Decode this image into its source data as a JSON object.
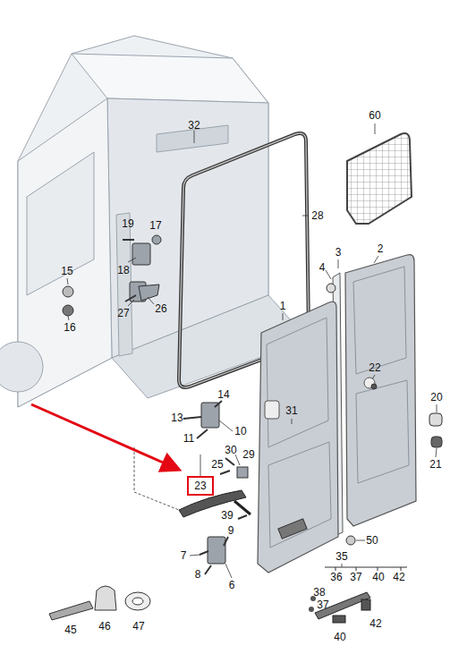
{
  "diagram": {
    "nodes": [
      {
        "text": [
          "23"
        ]
      }
    ],
    "labels": [
      "32",
      "60",
      "28",
      "19",
      "17",
      "3",
      "2",
      "15",
      "18",
      "4",
      "1",
      "27",
      "26",
      "16",
      "22",
      "14",
      "31",
      "20",
      "13",
      "10",
      "11",
      "30",
      "29",
      "21",
      "25",
      "39",
      "9",
      "50",
      "7",
      "35",
      "36",
      "37",
      "40",
      "42",
      "8",
      "6",
      "38",
      "37",
      "42",
      "40",
      "45",
      "46",
      "47"
    ]
  }
}
